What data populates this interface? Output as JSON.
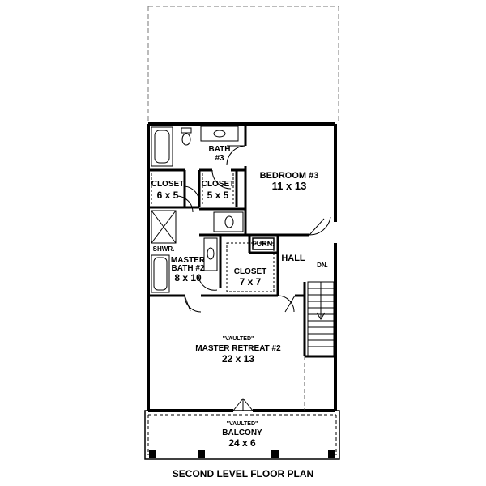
{
  "rooms": {
    "bath3": {
      "name": "BATH",
      "number": "#3"
    },
    "closet_a": {
      "name": "CLOSET",
      "size": "6 x 5"
    },
    "closet_b": {
      "name": "CLOSET",
      "size": "5 x 5"
    },
    "bedroom3": {
      "name": "BEDROOM #3",
      "size": "11 x 13"
    },
    "furn": {
      "name": "FURN."
    },
    "hall": {
      "name": "HALL"
    },
    "shower": {
      "name": "SHWR."
    },
    "master_bath": {
      "name": "MASTER",
      "number": "BATH #2",
      "size": "8 x 10"
    },
    "closet_c": {
      "name": "CLOSET",
      "size": "7 x 7"
    },
    "stairs": {
      "label": "DN."
    },
    "master_retreat": {
      "note": "\"VAULTED\"",
      "name": "MASTER RETREAT #2",
      "size": "22 x 13"
    },
    "balcony": {
      "note": "\"VAULTED\"",
      "name": "BALCONY",
      "size": "24 x 6"
    }
  },
  "caption": "SECOND LEVEL FLOOR PLAN"
}
